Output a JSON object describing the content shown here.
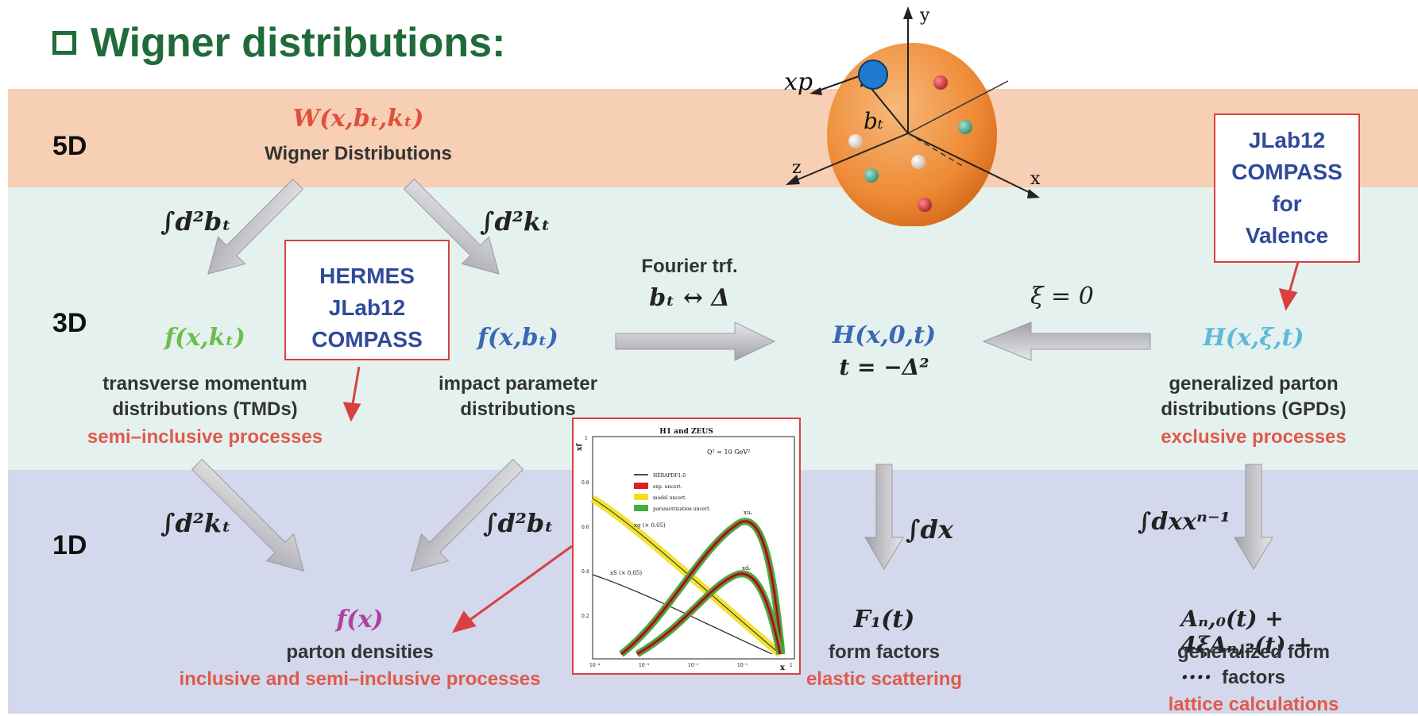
{
  "title": "Wigner distributions:",
  "dimensions": {
    "d5": "5D",
    "d3": "3D",
    "d1": "1D"
  },
  "wigner": {
    "formula": "W(x,bₜ,kₜ)",
    "label": "Wigner Distributions"
  },
  "integrals": {
    "d2bT_top": "∫d²bₜ",
    "d2kT_top": "∫d²kₜ",
    "d2kT_bottom": "∫d²kₜ",
    "d2bT_bottom": "∫d²bₜ",
    "dx": "∫dx",
    "dxxn": "∫dxxⁿ⁻¹"
  },
  "fourier": {
    "line1": "Fourier trf.",
    "line2": "bₜ ↔ Δ"
  },
  "xi_zero": "ξ = 0",
  "tmd": {
    "formula": "f(x,kₜ)",
    "line1": "transverse momentum",
    "line2": "distributions (TMDs)",
    "process": "semi–inclusive processes"
  },
  "ipd": {
    "formula": "f(x,bₜ)",
    "line1": "impact parameter",
    "line2": "distributions"
  },
  "h0": {
    "formula": "H(x,0,t)",
    "relation": "t = −Δ²"
  },
  "gpd": {
    "formula": "H(x,ξ,t)",
    "line1": "generalized parton",
    "line2": "distributions (GPDs)",
    "process": "exclusive processes"
  },
  "pdf": {
    "formula": "f(x)",
    "label": "parton densities",
    "process": "inclusive and semi–inclusive processes"
  },
  "ff": {
    "formula": "F₁(t)",
    "label": "form factors",
    "process": "elastic scattering"
  },
  "gff": {
    "formula": "Aₙ,₀(t) + 4ξAₙ,₂(t) + ....",
    "line1": "generalized form",
    "line2": "factors",
    "process": "lattice calculations"
  },
  "experiments_tmd": [
    "HERMES",
    "JLab12",
    "COMPASS"
  ],
  "experiments_gpd": [
    "JLab12",
    "COMPASS",
    "for",
    "Valence"
  ],
  "nucleon": {
    "xp": "xp",
    "bT": "bₜ",
    "x": "x",
    "y": "y",
    "z": "z"
  },
  "inset": {
    "title": "H1 and ZEUS",
    "scale": "Q² = 10 GeV²",
    "ylabel": "xf",
    "xlabel": "x",
    "legend": [
      "HERAPDF1.0",
      "exp. uncert.",
      "model uncert.",
      "parametrization uncert."
    ],
    "curve_labels": [
      "xuᵥ",
      "xdᵥ",
      "xg (× 0.05)",
      "xS (× 0.05)"
    ],
    "yticks": [
      "1",
      "0.8",
      "0.6",
      "0.4",
      "0.2"
    ],
    "xticks": [
      "10⁻⁴",
      "10⁻³",
      "10⁻²",
      "10⁻¹",
      "1"
    ]
  },
  "colors": {
    "title": "#1f6b3a",
    "wigner": "#e0503c",
    "tmd": "#6cbf4a",
    "ipd": "#3a68b3",
    "h0": "#3a68b3",
    "gpd": "#5fb9d8",
    "pdf": "#b040a0",
    "process": "#e05a4a",
    "experiments": "#2f4a9a",
    "box": "#d94040"
  }
}
